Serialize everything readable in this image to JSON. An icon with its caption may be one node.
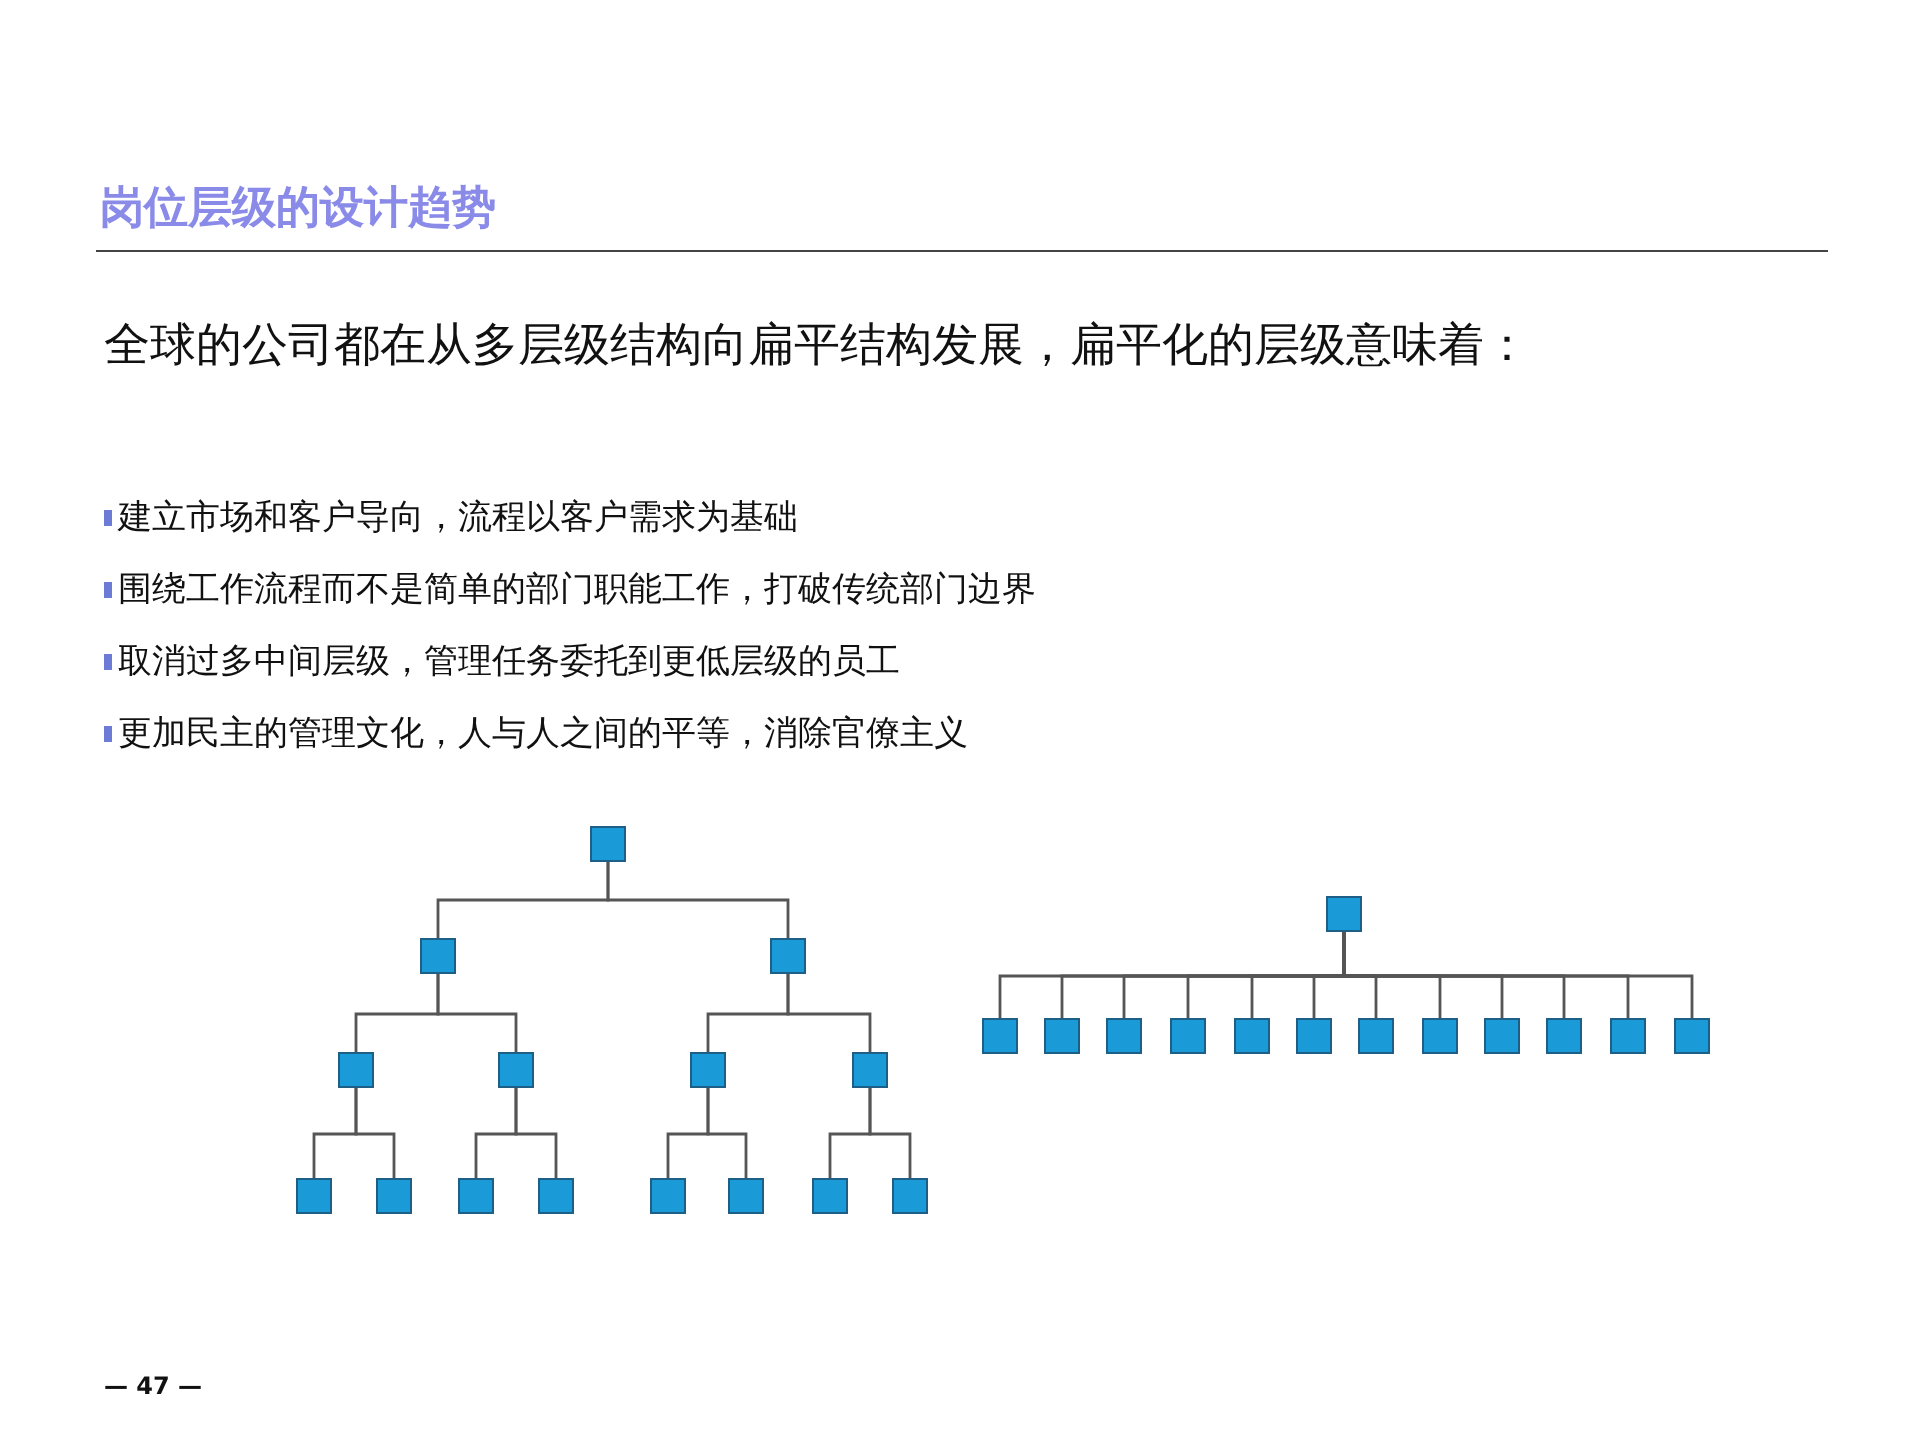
{
  "diagram": {
    "title": "岗位层级的设计趋势",
    "nodes": [
      {
        "text": [],
        "shape": "box"
      },
      {
        "text": [],
        "shape": "box"
      },
      {
        "text": [],
        "shape": "box"
      },
      {
        "text": [],
        "shape": "box"
      },
      {
        "text": [],
        "shape": "box"
      },
      {
        "text": [],
        "shape": "box"
      },
      {
        "text": [],
        "shape": "box"
      },
      {
        "text": [],
        "shape": "box"
      },
      {
        "text": [],
        "shape": "box"
      },
      {
        "text": [],
        "shape": "box"
      },
      {
        "text": [],
        "shape": "box"
      },
      {
        "text": [],
        "shape": "box"
      },
      {
        "text": [],
        "shape": "box"
      },
      {
        "text": [],
        "shape": "box"
      },
      {
        "text": [],
        "shape": "box"
      },
      {
        "text": [],
        "shape": "box"
      },
      {
        "text": [],
        "shape": "box"
      },
      {
        "text": [],
        "shape": "box"
      },
      {
        "text": [],
        "shape": "box"
      },
      {
        "text": [],
        "shape": "box"
      },
      {
        "text": [],
        "shape": "box"
      },
      {
        "text": [],
        "shape": "box"
      },
      {
        "text": [],
        "shape": "box"
      },
      {
        "text": [],
        "shape": "box"
      },
      {
        "text": [],
        "shape": "box"
      },
      {
        "text": [],
        "shape": "box"
      },
      {
        "text": [],
        "shape": "box"
      },
      {
        "text": [],
        "shape": "box"
      }
    ],
    "edges": [
      {
        "from": 0,
        "to": 1,
        "arrow": "none"
      },
      {
        "from": 0,
        "to": 2,
        "arrow": "none"
      },
      {
        "from": 1,
        "to": 3,
        "arrow": "none"
      },
      {
        "from": 1,
        "to": 4,
        "arrow": "none"
      },
      {
        "from": 2,
        "to": 5,
        "arrow": "none"
      },
      {
        "from": 2,
        "to": 6,
        "arrow": "none"
      },
      {
        "from": 3,
        "to": 7,
        "arrow": "none"
      },
      {
        "from": 3,
        "to": 8,
        "arrow": "none"
      },
      {
        "from": 4,
        "to": 9,
        "arrow": "none"
      },
      {
        "from": 4,
        "to": 10,
        "arrow": "none"
      },
      {
        "from": 5,
        "to": 11,
        "arrow": "none"
      },
      {
        "from": 5,
        "to": 12,
        "arrow": "none"
      },
      {
        "from": 6,
        "to": 13,
        "arrow": "none"
      },
      {
        "from": 6,
        "to": 14,
        "arrow": "none"
      },
      {
        "from": 15,
        "to": 16,
        "arrow": "none"
      },
      {
        "from": 15,
        "to": 17,
        "arrow": "none"
      },
      {
        "from": 15,
        "to": 18,
        "arrow": "none"
      },
      {
        "from": 15,
        "to": 19,
        "arrow": "none"
      },
      {
        "from": 15,
        "to": 20,
        "arrow": "none"
      },
      {
        "from": 15,
        "to": 21,
        "arrow": "none"
      },
      {
        "from": 15,
        "to": 22,
        "arrow": "none"
      },
      {
        "from": 15,
        "to": 23,
        "arrow": "none"
      },
      {
        "from": 15,
        "to": 24,
        "arrow": "none"
      },
      {
        "from": 15,
        "to": 25,
        "arrow": "none"
      },
      {
        "from": 15,
        "to": 26,
        "arrow": "none"
      },
      {
        "from": 15,
        "to": 27,
        "arrow": "none"
      }
    ],
    "labels": [
      "全球的公司都在从多层级结构向扁平结构发展，扁平化的层级意味着：",
      "建立市场和客户导向，流程以客户需求为基础",
      "围绕工作流程而不是简单的部门职能工作，打破传统部门边界",
      "取消过多中间层级，管理任务委托到更低层级的员工",
      "更加民主的管理文化，人与人之间的平等，消除官僚主义",
      "— 47 —"
    ]
  }
}
